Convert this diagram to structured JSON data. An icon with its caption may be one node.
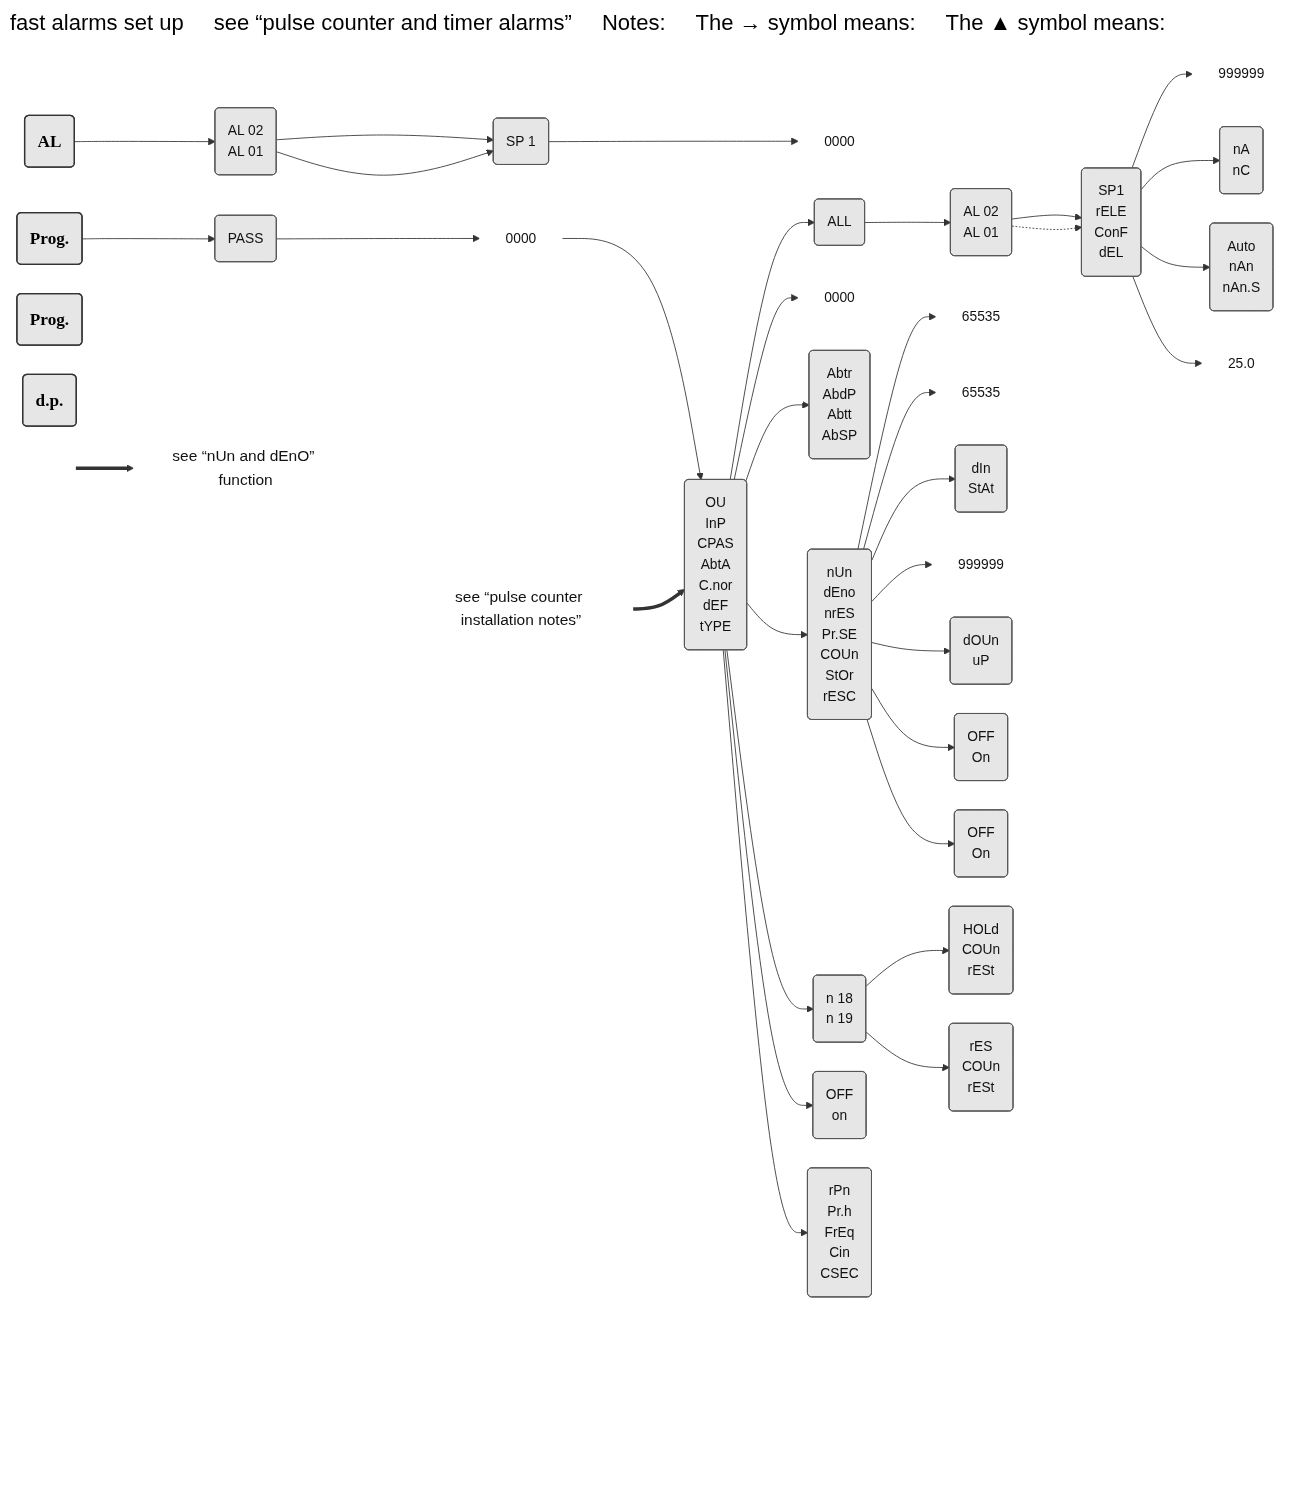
{
  "diagram": {
    "nodes": [
      {
        "text": [
          "AL"
        ]
      },
      {
        "text": [
          "AL 02",
          "AL 01"
        ]
      },
      {
        "text": [
          "SP 1"
        ]
      },
      {
        "text": [
          "0000"
        ]
      },
      {
        "text": [
          "Prog."
        ]
      },
      {
        "text": [
          "PASS"
        ]
      },
      {
        "text": [
          "0000"
        ]
      },
      {
        "text": [
          "OU",
          "InP",
          "CPAS",
          "AbtA",
          "C.nor",
          "dEF",
          "tYPE"
        ]
      },
      {
        "text": [
          "ALL"
        ]
      },
      {
        "text": [
          "AL 02",
          "AL 01"
        ]
      },
      {
        "text": [
          "SP1",
          "rELE",
          "ConF",
          "dEL"
        ]
      },
      {
        "text": [
          "999999"
        ]
      },
      {
        "text": [
          "nA",
          "nC"
        ]
      },
      {
        "text": [
          "Auto",
          "nAn",
          "nAn.S"
        ]
      },
      {
        "text": [
          "25.0"
        ]
      },
      {
        "text": [
          "0000"
        ]
      },
      {
        "text": [
          "Abtr",
          "AbdP",
          "Abtt",
          "AbSP"
        ]
      },
      {
        "text": [
          "nUn",
          "dEno",
          "nrES",
          "Pr.SE",
          "COUn",
          "StOr",
          "rESC"
        ]
      },
      {
        "text": [
          "65535"
        ]
      },
      {
        "text": [
          "65535"
        ]
      },
      {
        "text": [
          "dIn",
          "StAt"
        ]
      },
      {
        "text": [
          "999999"
        ]
      },
      {
        "text": [
          "dOUn",
          "uP"
        ]
      },
      {
        "text": [
          "OFF",
          "On"
        ]
      },
      {
        "text": [
          "OFF",
          "On"
        ]
      },
      {
        "text": [
          "n 18",
          "n 19"
        ]
      },
      {
        "text": [
          "HOLd",
          "COUn",
          "rESt"
        ]
      },
      {
        "text": [
          "rES",
          "COUn",
          "rESt"
        ]
      },
      {
        "text": [
          "OFF",
          "on"
        ]
      },
      {
        "text": [
          "rPn",
          "Pr.h",
          "FrEq",
          "Cin",
          "CSEC"
        ]
      },
      {
        "text": [
          "see “nUn and dEnO” function"
        ]
      },
      {
        "text": [
          "see “pulse counter installation notes”"
        ]
      },
      {
        "text": [
          "Prog."
        ]
      },
      {
        "text": [
          "d.p."
        ]
      }
    ],
    "edges": [
      {
        "from": 0,
        "to": 1,
        "arrow": "to"
      },
      {
        "from": 1,
        "to": 2,
        "arrow": "to"
      },
      {
        "from": 1,
        "to": 2,
        "arrow": "to"
      },
      {
        "from": 2,
        "to": 3,
        "arrow": "to"
      },
      {
        "from": 4,
        "to": 5,
        "arrow": "to"
      },
      {
        "from": 5,
        "to": 6,
        "arrow": "to"
      },
      {
        "from": 6,
        "to": 7,
        "arrow": "to"
      },
      {
        "from": 7,
        "to": 8,
        "arrow": "to"
      },
      {
        "from": 8,
        "to": 9,
        "arrow": "to"
      },
      {
        "from": 9,
        "to": 10,
        "arrow": "to"
      },
      {
        "from": 9,
        "to": 10,
        "arrow": "to",
        "style": "dashed"
      },
      {
        "from": 10,
        "to": 11,
        "arrow": "to"
      },
      {
        "from": 10,
        "to": 12,
        "arrow": "to"
      },
      {
        "from": 10,
        "to": 13,
        "arrow": "to"
      },
      {
        "from": 10,
        "to": 14,
        "arrow": "to"
      },
      {
        "from": 7,
        "to": 17,
        "arrow": "to"
      },
      {
        "from": 7,
        "to": 15,
        "arrow": "to"
      },
      {
        "from": 7,
        "to": 16,
        "arrow": "to"
      },
      {
        "from": 7,
        "to": 25,
        "arrow": "to"
      },
      {
        "from": 7,
        "to": 28,
        "arrow": "to"
      },
      {
        "from": 7,
        "to": 29,
        "arrow": "to"
      },
      {
        "from": 17,
        "to": 18,
        "arrow": "to"
      },
      {
        "from": 17,
        "to": 19,
        "arrow": "to"
      },
      {
        "from": 17,
        "to": 20,
        "arrow": "to"
      },
      {
        "from": 17,
        "to": 21,
        "arrow": "to"
      },
      {
        "from": 17,
        "to": 22,
        "arrow": "to"
      },
      {
        "from": 17,
        "to": 23,
        "arrow": "to"
      },
      {
        "from": 17,
        "to": 24,
        "arrow": "to"
      },
      {
        "from": 25,
        "to": 26,
        "arrow": "to"
      },
      {
        "from": 25,
        "to": 27,
        "arrow": "to"
      },
      {
        "from": null,
        "to": 30,
        "arrow": "to",
        "style": "thick"
      },
      {
        "from": 31,
        "to": 7,
        "arrow": "to",
        "style": "thick"
      }
    ],
    "labels": [
      "fast alarms set up",
      "see “pulse counter and timer alarms”",
      "Notes:",
      "The → symbol means:",
      "The ▲ symbol means:"
    ]
  }
}
